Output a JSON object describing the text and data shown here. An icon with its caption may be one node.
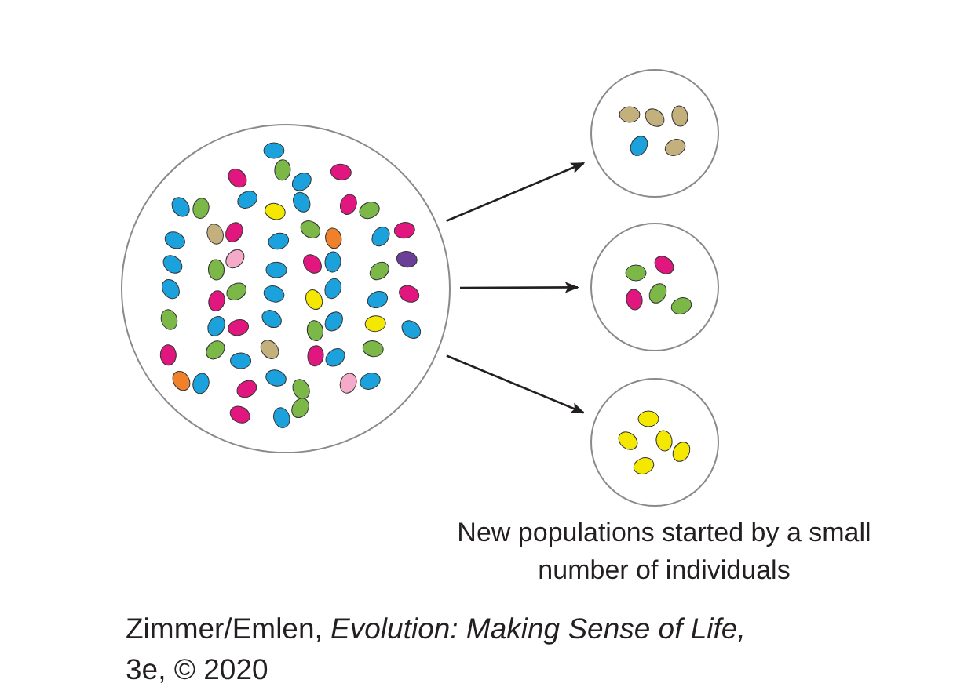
{
  "diagram": {
    "caption": "Zimmer/Emlen, *Evolution: Making Sense of Life,* 3e, © 2020",
    "nodes": [
      {
        "text": [],
        "shape": "circle"
      },
      {
        "text": [],
        "shape": "circle"
      },
      {
        "text": [],
        "shape": "circle"
      },
      {
        "text": [],
        "shape": "circle"
      }
    ],
    "edges": [
      {
        "from": 0,
        "to": 1,
        "arrow": "to"
      },
      {
        "from": 0,
        "to": 2,
        "arrow": "to"
      },
      {
        "from": 0,
        "to": 3,
        "arrow": "to"
      }
    ],
    "labels": [
      "New populations started by a small number of individuals"
    ]
  }
}
